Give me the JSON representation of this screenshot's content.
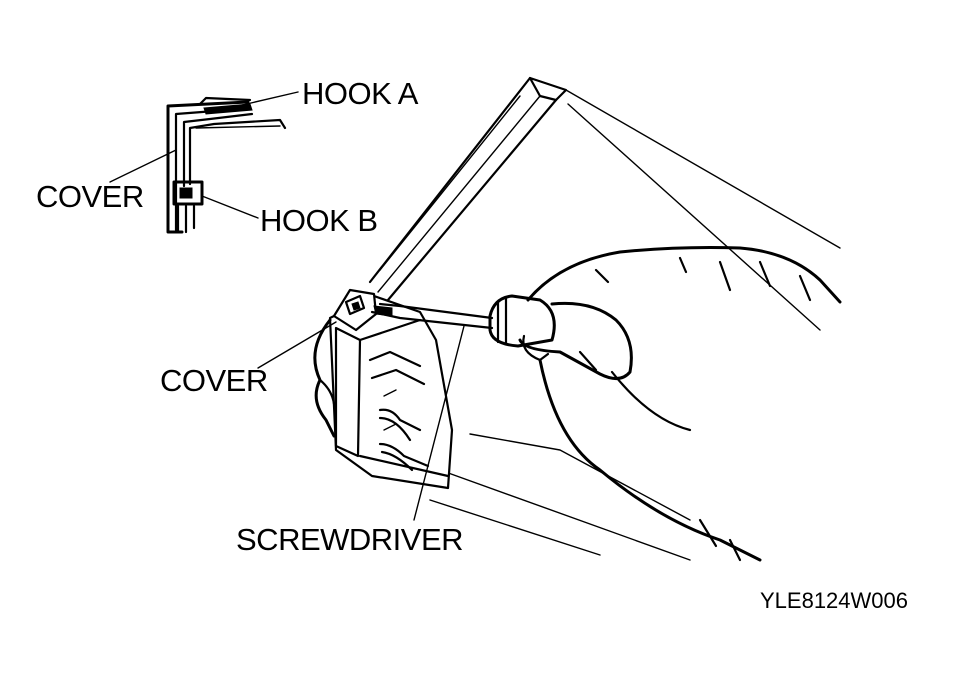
{
  "diagram": {
    "labels": {
      "hook_a": "HOOK A",
      "cover_detail": "COVER",
      "hook_b": "HOOK B",
      "cover_main": "COVER",
      "screwdriver": "SCREWDRIVER"
    },
    "figure_code": "YLE8124W006"
  }
}
